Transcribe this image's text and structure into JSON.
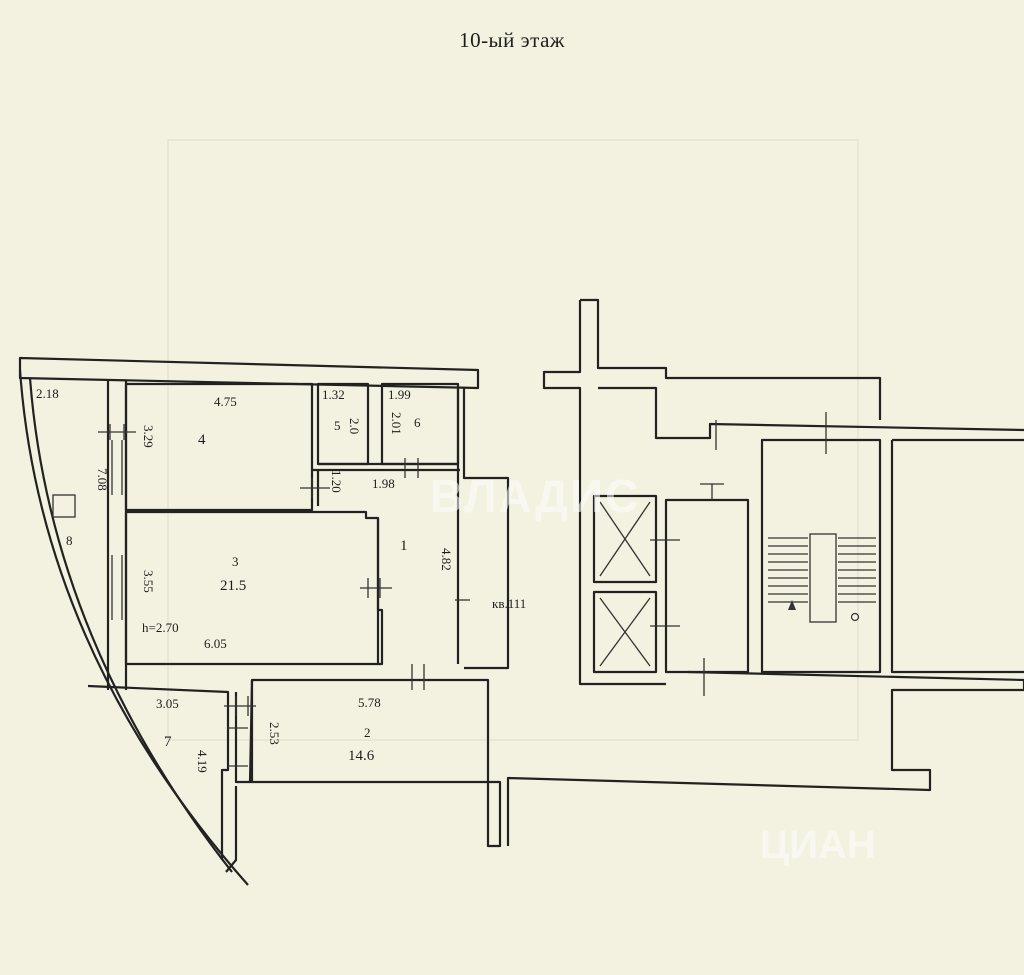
{
  "title": "10-ый этаж",
  "rooms": {
    "r1": {
      "number": "1",
      "length": "4.82",
      "width": "1.98",
      "width_small": "1.20"
    },
    "r2": {
      "number": "2",
      "area": "14.6",
      "length": "5.78",
      "width": "2.53"
    },
    "r3": {
      "number": "3",
      "area": "21.5",
      "height": "h=2.70",
      "length": "6.05",
      "width": "3.55"
    },
    "r4": {
      "number": "4",
      "length": "4.75",
      "width": "3.29"
    },
    "r5": {
      "number": "5",
      "length": "1.32",
      "width": "2.0"
    },
    "r6": {
      "number": "6",
      "length": "1.99",
      "width": "2.01"
    },
    "r7": {
      "number": "7",
      "length": "3.05",
      "width": "4.19"
    },
    "r8": {
      "number": "8",
      "length": "2.18",
      "width": "7.08"
    }
  },
  "corridor_label": "кв.111",
  "watermarks": {
    "top": "ВЛАДИС",
    "bottom": "ЦИАН"
  }
}
